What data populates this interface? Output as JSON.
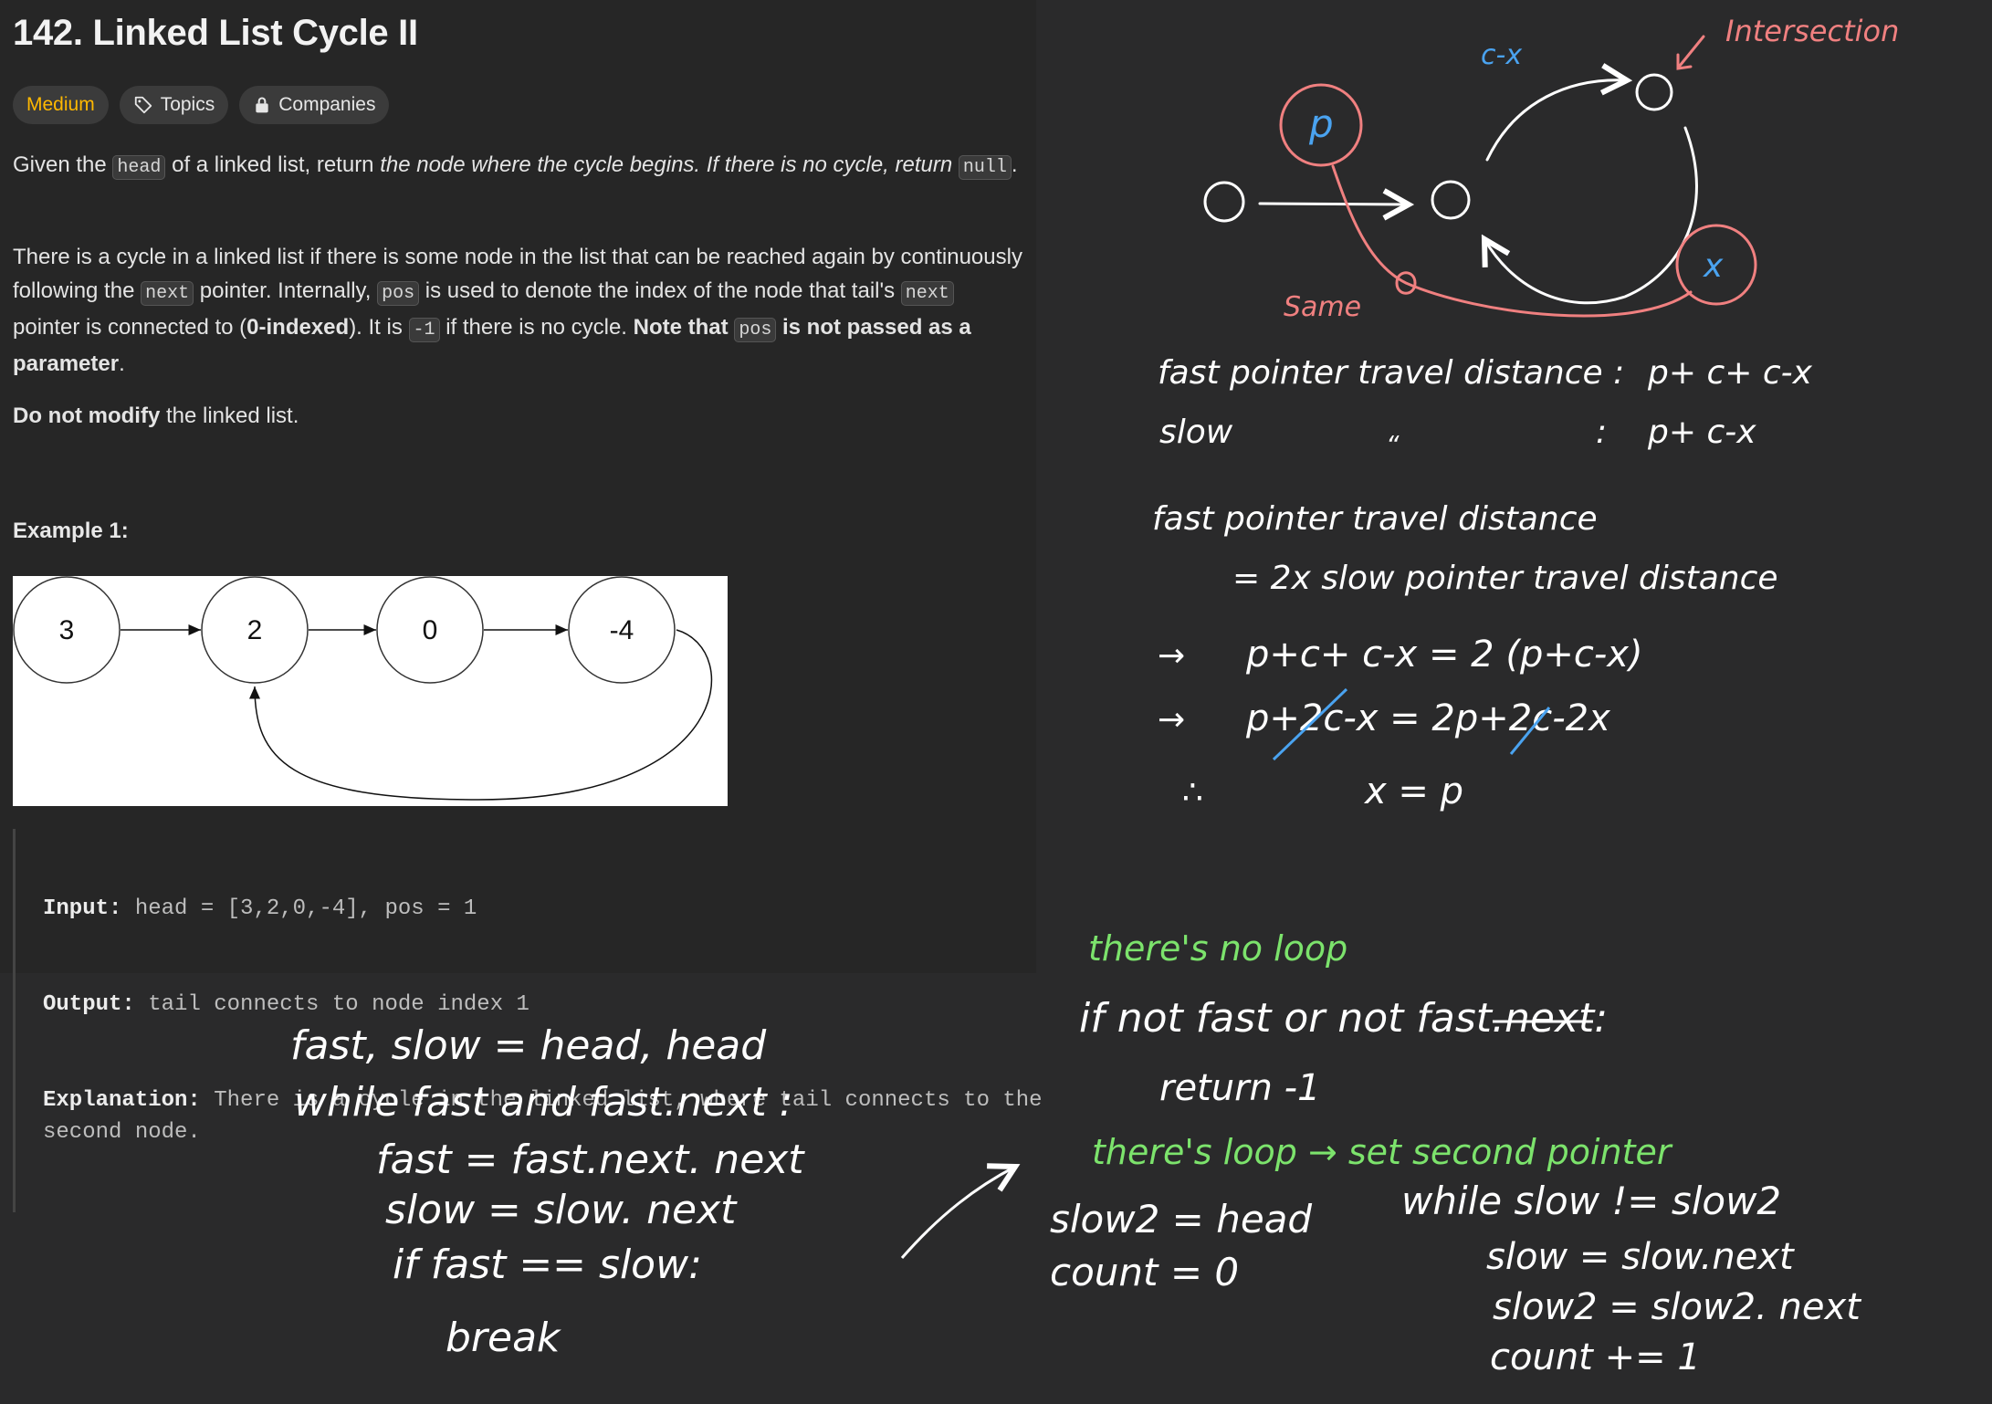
{
  "problem": {
    "title": "142. Linked List Cycle II",
    "tags": {
      "difficulty": "Medium",
      "topics": "Topics",
      "companies": "Companies"
    },
    "para1": {
      "t1": "Given the ",
      "c1": "head",
      "t2": " of a linked list, return ",
      "em": "the node where the cycle begins. If there is no cycle, return ",
      "c2": "null",
      "t3": "."
    },
    "para2": {
      "t1": "There is a cycle in a linked list if there is some node in the list that can be reached again by continuously following the ",
      "c1": "next",
      "t2": " pointer. Internally, ",
      "c2": "pos",
      "t3": " is used to denote the index of the node that tail's ",
      "c3": "next",
      "t4": " pointer is connected to (",
      "b1": "0-indexed",
      "t5": "). It is ",
      "c4": "-1",
      "t6": " if there is no cycle. ",
      "b2": "Note that",
      "t7": " ",
      "c5": "pos",
      "b3": " is not passed as a parameter",
      "t8": "."
    },
    "para3": {
      "b1": "Do not modify",
      "t1": " the linked list."
    },
    "example_title": "Example 1:",
    "diagram_nodes": [
      "3",
      "2",
      "0",
      "-4"
    ],
    "example": {
      "input_label": "Input:",
      "input_value": " head = [3,2,0,-4], pos = 1",
      "output_label": "Output:",
      "output_value": " tail connects to node index 1",
      "explanation_label": "Explanation:",
      "explanation_value": " There is a cycle in the linked list, where tail connects to the second node."
    }
  },
  "notes": {
    "cycle_diagram": {
      "label_cx": "c-x",
      "label_intersection": "Intersection",
      "label_p": "p",
      "label_x": "x",
      "label_same": "Same"
    },
    "derivation": {
      "fast_line": "fast pointer travel distance :",
      "fast_expr": "p+ c+ c-x",
      "slow_line": "slow",
      "slow_ditto": "“",
      "slow_colon": ":",
      "slow_expr": "p+ c-x",
      "eq_line1": "fast pointer travel distance",
      "eq_line2": "= 2x slow pointer travel distance",
      "step1_arrow": "→",
      "step1": "p+c+ c-x = 2 (p+c-x)",
      "step2_arrow": "→",
      "step2": "p+2c-x = 2p+2c-2x",
      "therefore": "∴",
      "result": "x = p"
    },
    "code_left": {
      "l1": "fast, slow = head, head",
      "l2": "while fast and fast.next :",
      "l3": "fast = fast.next. next",
      "l4": "slow = slow. next",
      "l5": "if fast == slow:",
      "l6": "break"
    },
    "code_right": {
      "comment_noloop": "there's no loop",
      "if_line": "if not fast or not fast.next:",
      "return_line": "return -1",
      "comment_loop": "there's loop → set second pointer",
      "slow2": "slow2 = head",
      "count": "count = 0",
      "while_line": "while slow != slow2",
      "w1": "slow = slow.next",
      "w2": "slow2 = slow2. next",
      "w3": "count += 1"
    },
    "colors": {
      "white_ink": "#ffffff",
      "pink_ink": "#f08080",
      "blue_ink": "#4aa3f0",
      "green_ink": "#7ce36c"
    }
  }
}
